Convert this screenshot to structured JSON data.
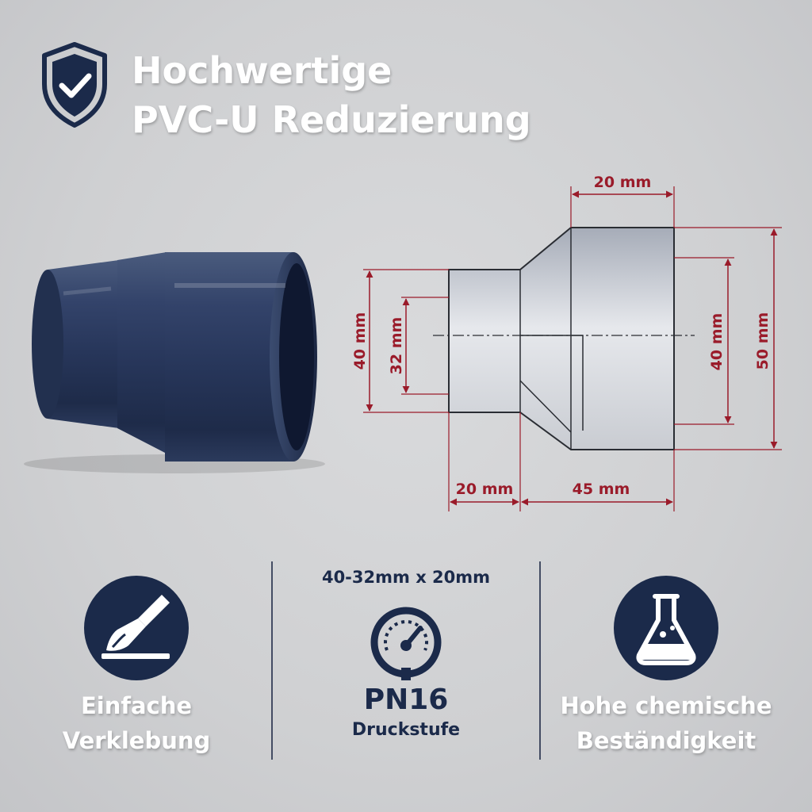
{
  "header": {
    "title_line1": "Hochwertige",
    "title_line2": "PVC-U Reduzierung",
    "icon": "shield-check-icon"
  },
  "colors": {
    "navy": "#1b2a4a",
    "dimension_red": "#9a1b2a",
    "pipe_blue": "#2f3f5f"
  },
  "drawing": {
    "dim_top_width": "20 mm",
    "dim_left_outer": "40 mm",
    "dim_left_inner": "32 mm",
    "dim_right_inner": "40 mm",
    "dim_right_outer": "50 mm",
    "dim_bottom_left": "20 mm",
    "dim_bottom_right": "45 mm"
  },
  "features": {
    "glue": {
      "line1": "Einfache",
      "line2": "Verklebung",
      "icon": "glue-brush-icon"
    },
    "pressure": {
      "size": "40-32mm x 20mm",
      "rating": "PN16",
      "label": "Druckstufe",
      "icon": "pressure-gauge-icon"
    },
    "chemical": {
      "line1": "Hohe chemische",
      "line2": "Beständigkeit",
      "icon": "flask-icon"
    }
  }
}
